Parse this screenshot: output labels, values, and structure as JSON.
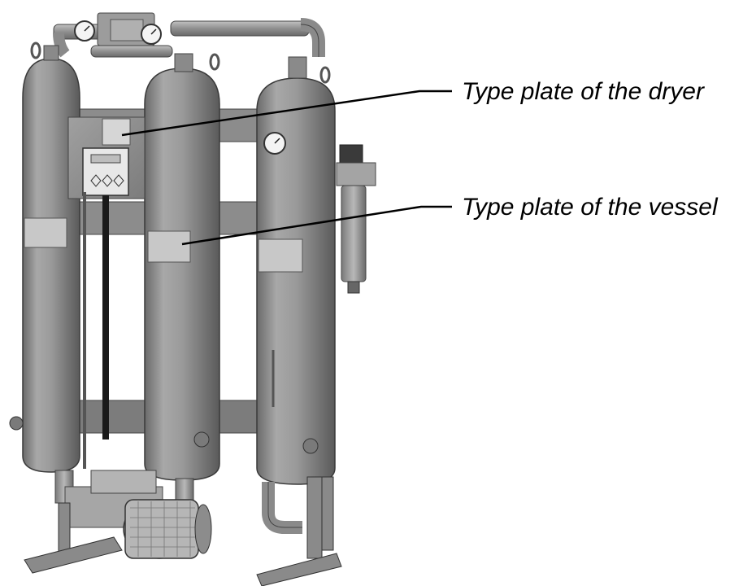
{
  "callouts": [
    {
      "id": "dryer-plate",
      "label": "Type plate of the dryer"
    },
    {
      "id": "vessel-plate",
      "label": "Type plate of the vessel"
    }
  ],
  "colors": {
    "vessel_body": "#8a8a8a",
    "vessel_shadow": "#5e5e5e",
    "vessel_highlight": "#b4b4b4",
    "leader_line": "#000000",
    "label_text": "#000000"
  }
}
